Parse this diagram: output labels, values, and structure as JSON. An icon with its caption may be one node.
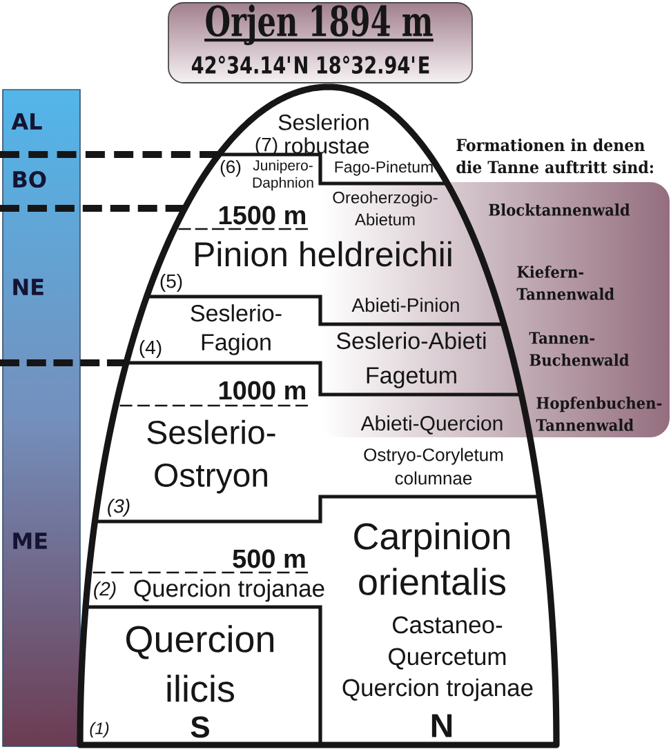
{
  "diagram": {
    "nodes": [
      {
        "text": [
          "Orjen 1894 m",
          "42°34.14'N 18°32.94'E"
        ]
      },
      {
        "text": [
          "AL",
          "BO",
          "NE",
          "ME"
        ]
      },
      {
        "text": [
          "Seslerion robustae",
          "(7)",
          "(6)",
          "Junipero-Daphnion",
          "Fago-Pinetum",
          "1500 m",
          "Oreoherzogio-Abietum",
          "Pinion heldreichii",
          "(5)",
          "Abieti-Pinion",
          "Seslerio-Fagion",
          "(4)",
          "Seslerio-Abieti Fagetum",
          "1000 m",
          "Abieti-Quercion",
          "Seslerio-Ostryon",
          "Ostryo-Coryletum columnae",
          "(3)",
          "Carpinion orientalis",
          "500 m",
          "(2)",
          "Quercion trojanae",
          "Quercion ilicis",
          "Castaneo-Quercetum",
          "Quercion trojanae",
          "(1)",
          "S",
          "N"
        ]
      },
      {
        "text": [
          "Formationen in denen die Tanne auftritt sind:",
          "Blocktannenwald",
          "Kiefern-Tannenwald",
          "Tannen-Buchenwald",
          "Hopfenbuchen-Tannenwald"
        ]
      }
    ]
  }
}
